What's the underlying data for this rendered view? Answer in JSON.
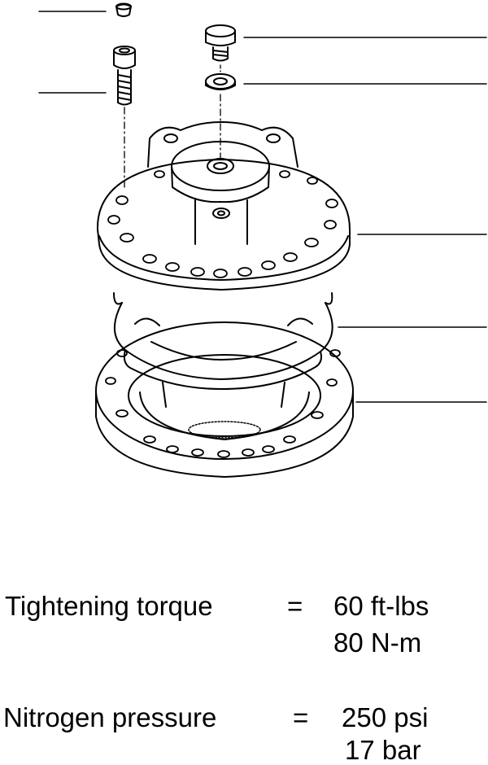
{
  "specs": {
    "torque": {
      "label": "Tightening torque",
      "equals": "=",
      "value_imperial": "60 ft-lbs",
      "value_metric": "80 N-m"
    },
    "nitrogen": {
      "label": "Nitrogen pressure",
      "equals": "=",
      "value_imperial": "250 psi",
      "value_metric": "17 bar"
    }
  },
  "diagram": {
    "callout_count": 7,
    "parts": [
      "cap",
      "cap-screw",
      "valve-plug",
      "seal-washer",
      "upper-housing",
      "bladder-shell",
      "base-flange"
    ]
  }
}
